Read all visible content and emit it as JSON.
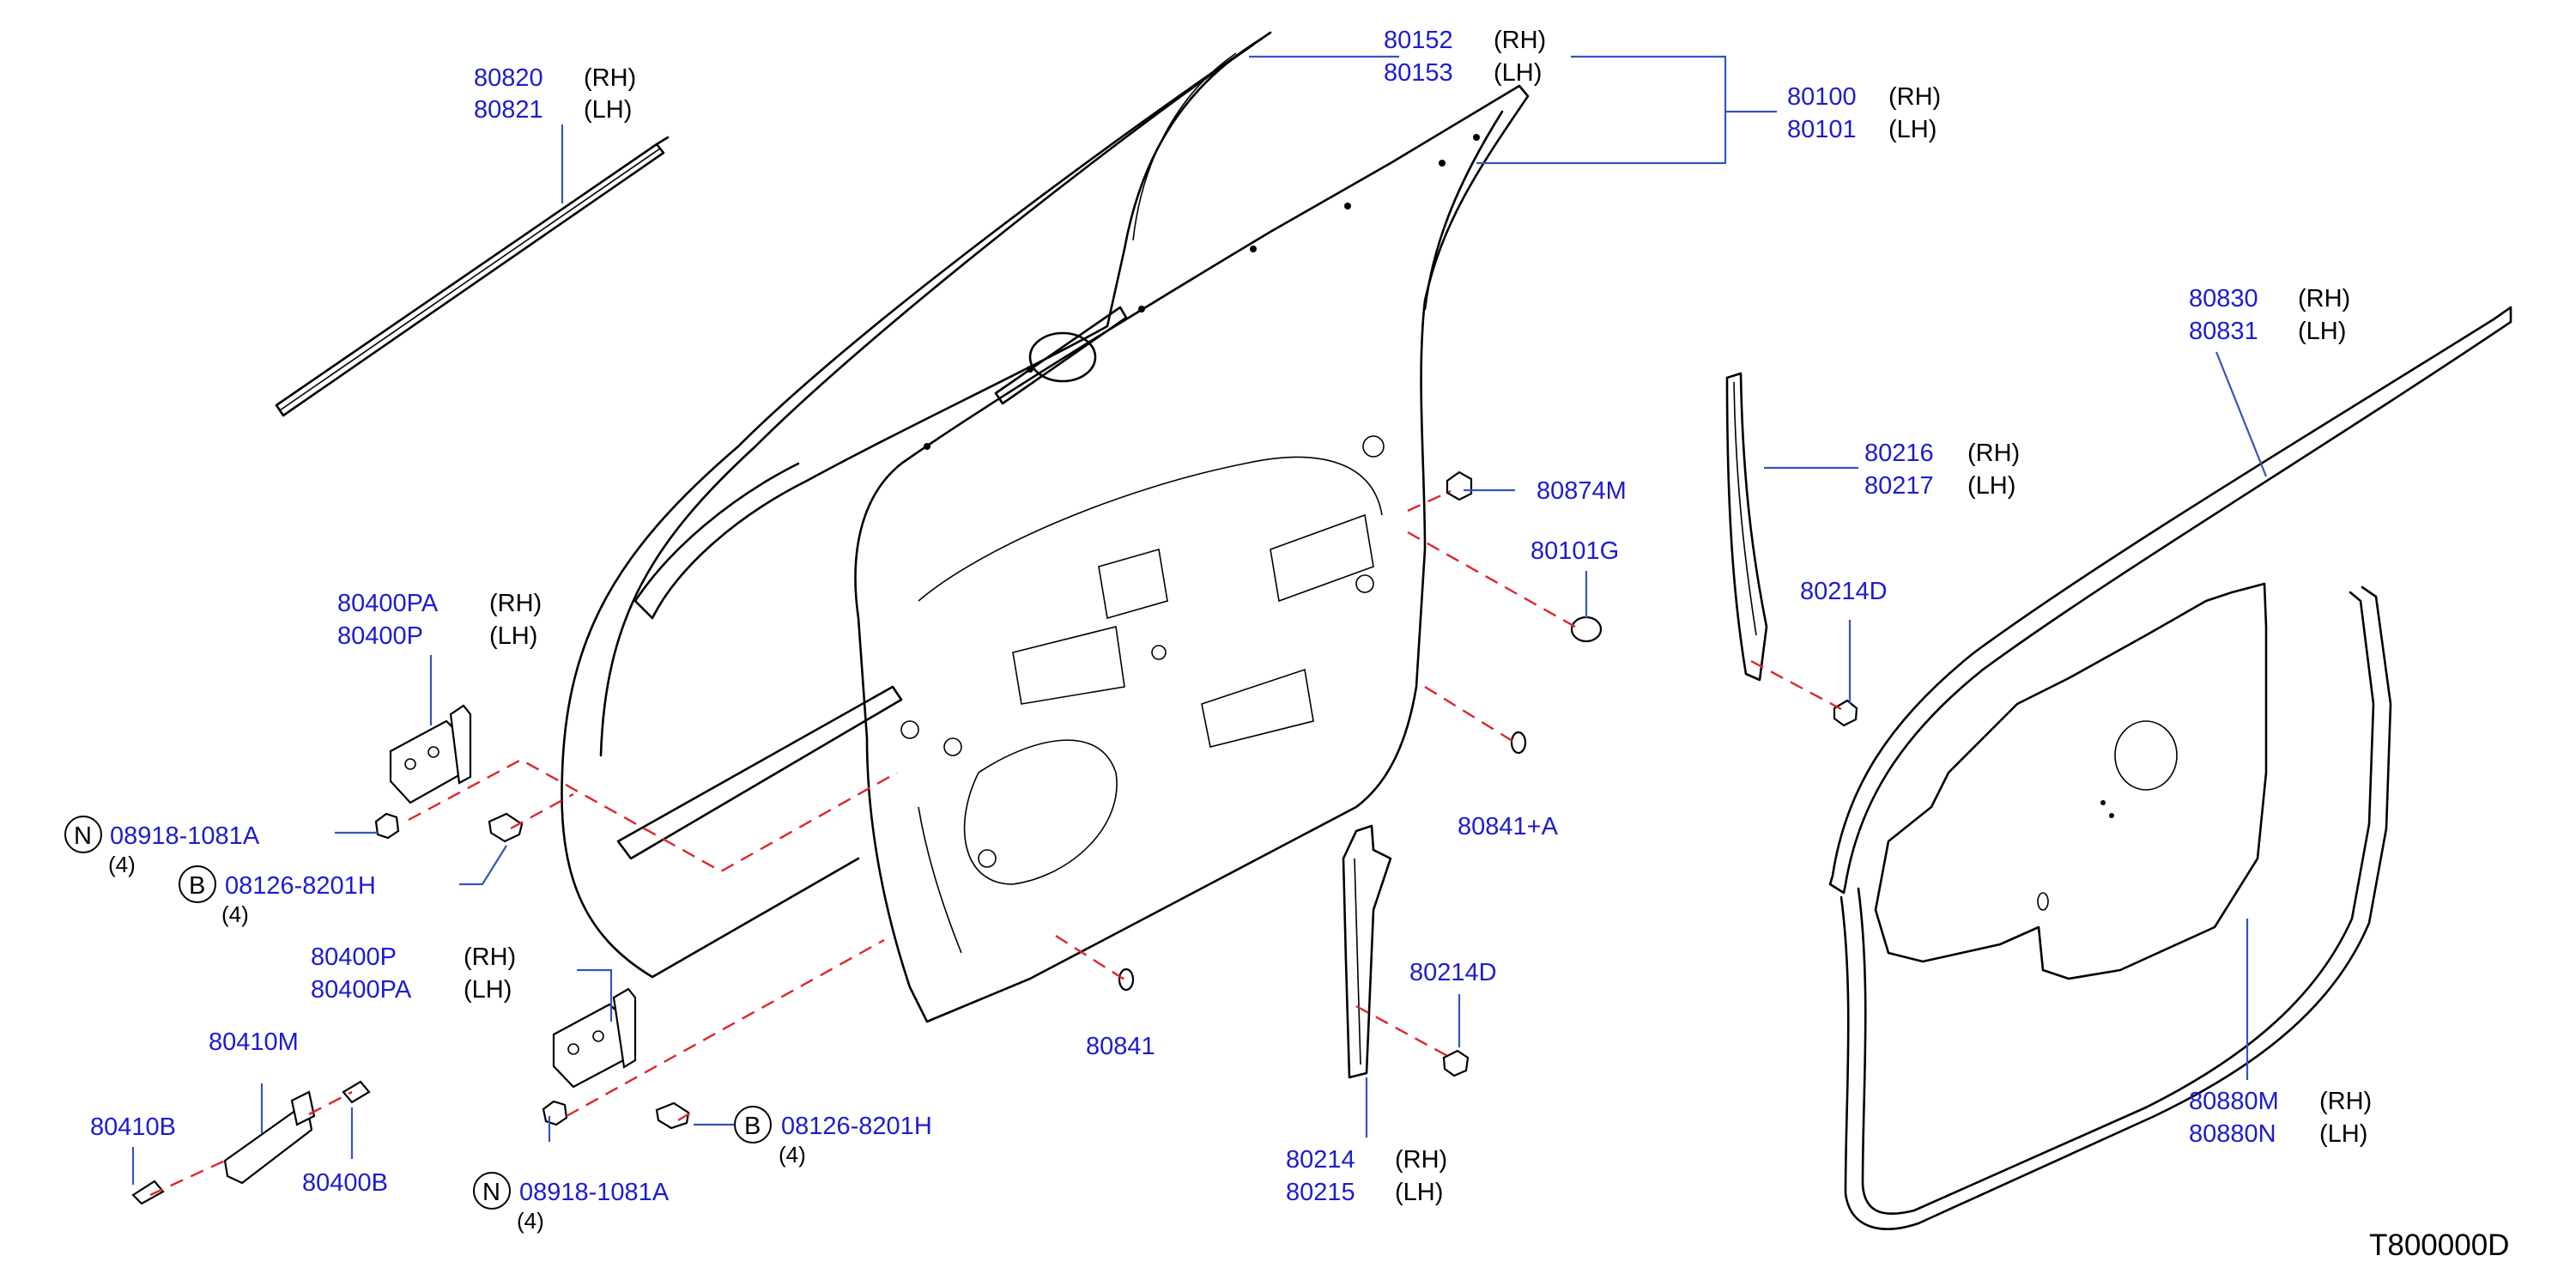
{
  "callouts": {
    "c80820": {
      "pn": "80820",
      "side": "(RH)"
    },
    "c80821": {
      "pn": "80821",
      "side": "(LH)"
    },
    "c80152": {
      "pn": "80152",
      "side": "(RH)"
    },
    "c80153": {
      "pn": "80153",
      "side": "(LH)"
    },
    "c80100": {
      "pn": "80100",
      "side": "(RH)"
    },
    "c80101": {
      "pn": "80101",
      "side": "(LH)"
    },
    "c80874M": {
      "pn": "80874M"
    },
    "c80101G": {
      "pn": "80101G"
    },
    "c80841A": {
      "pn": "80841+A"
    },
    "c80841": {
      "pn": "80841"
    },
    "c80400PA_top": {
      "pn": "80400PA",
      "side": "(RH)"
    },
    "c80400P_top": {
      "pn": "80400P",
      "side": "(LH)"
    },
    "c08918_top": {
      "badge": "N",
      "pn": "08918-1081A",
      "qty": "(4)"
    },
    "c08126_top": {
      "badge": "B",
      "pn": "08126-8201H",
      "qty": "(4)"
    },
    "c80400P_bot": {
      "pn": "80400P",
      "side": "(RH)"
    },
    "c80400PA_bot": {
      "pn": "80400PA",
      "side": "(LH)"
    },
    "c80410M": {
      "pn": "80410M"
    },
    "c80410B": {
      "pn": "80410B"
    },
    "c80400B": {
      "pn": "80400B"
    },
    "c08126_bot": {
      "badge": "B",
      "pn": "08126-8201H",
      "qty": "(4)"
    },
    "c08918_bot": {
      "badge": "N",
      "pn": "08918-1081A",
      "qty": "(4)"
    },
    "c80214D_top": {
      "pn": "80214D"
    },
    "c80214D_bot": {
      "pn": "80214D"
    },
    "c80216": {
      "pn": "80216",
      "side": "(RH)"
    },
    "c80217": {
      "pn": "80217",
      "side": "(LH)"
    },
    "c80214": {
      "pn": "80214",
      "side": "(RH)"
    },
    "c80215": {
      "pn": "80215",
      "side": "(LH)"
    },
    "c80830": {
      "pn": "80830",
      "side": "(RH)"
    },
    "c80831": {
      "pn": "80831",
      "side": "(LH)"
    },
    "c80880M": {
      "pn": "80880M",
      "side": "(RH)"
    },
    "c80880N": {
      "pn": "80880N",
      "side": "(LH)"
    }
  },
  "diagram_code": "T800000D",
  "colors": {
    "part_number": "#1c1ccf",
    "leader": "#3355bb",
    "dashed": "#e0242a",
    "line": "#000000"
  }
}
